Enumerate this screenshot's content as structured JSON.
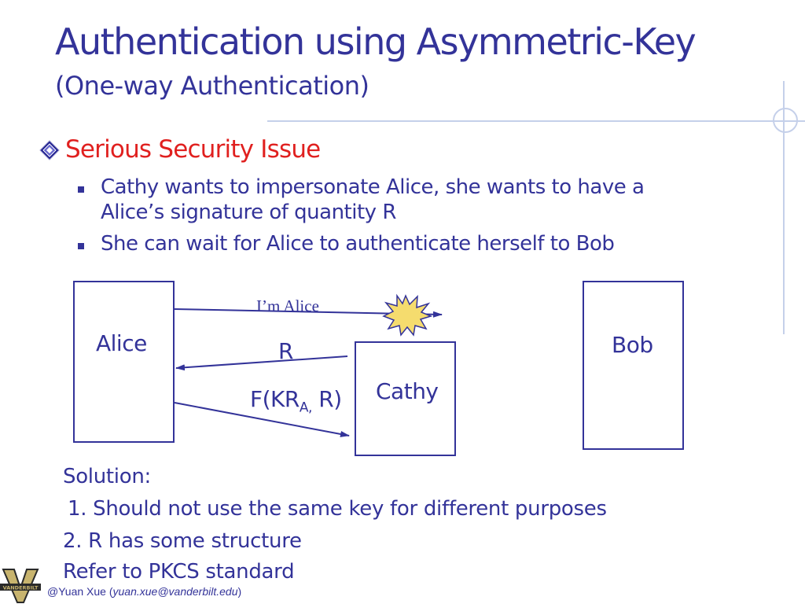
{
  "title": "Authentication using Asymmetric-Key",
  "subtitle": "(One-way Authentication)",
  "main_bullet": "Serious Security Issue",
  "sub_bullets": [
    [
      "Cathy wants to impersonate Alice, she wants to have a",
      "Alice’s signature of quantity R"
    ],
    [
      "She can wait for Alice to authenticate herself to Bob"
    ]
  ],
  "diagram": {
    "alice": "Alice",
    "cathy": "Cathy",
    "bob": "Bob",
    "msg1": "I’m Alice",
    "msg2": "R",
    "msg3_prefix": "F(KR",
    "msg3_sub": "A,",
    "msg3_suffix": " R)"
  },
  "solution": {
    "heading": "Solution:",
    "items": [
      "1.  Should not use the same key for different purposes",
      "2.  R has some structure"
    ],
    "refer": "Refer to PKCS standard"
  },
  "footer": {
    "prefix": "@Yuan Xue (",
    "email": "yuan.xue@vanderbilt.edu",
    "suffix": ")"
  },
  "colors": {
    "title": "#333399",
    "accent": "#e0201f",
    "decor": "#c5d0ea",
    "burst": "#f5dc6e"
  },
  "logo_text": "VANDERBILT"
}
